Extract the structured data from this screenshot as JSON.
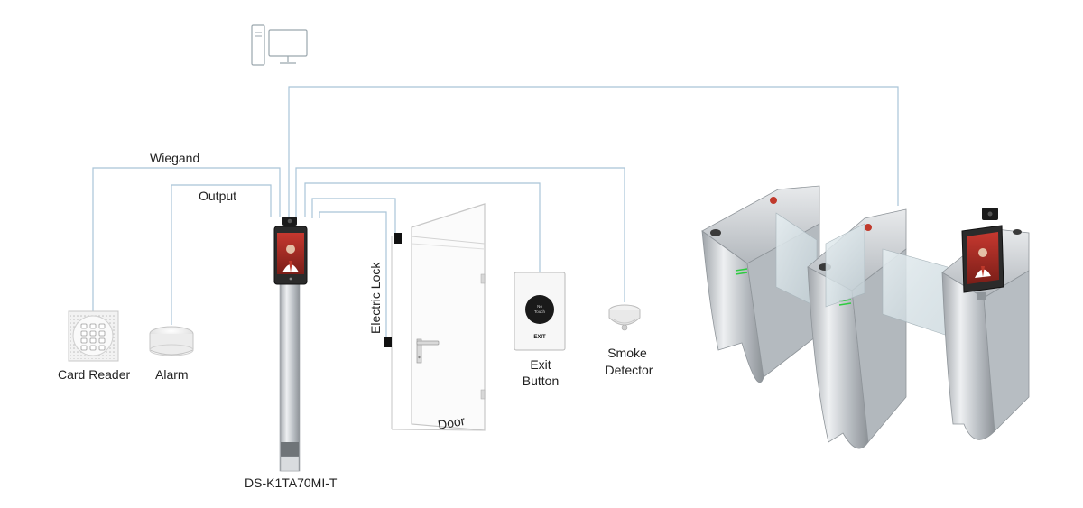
{
  "labels": {
    "wiegand": "Wiegand",
    "output": "Output",
    "card_reader": "Card Reader",
    "alarm": "Alarm",
    "terminal_model": "DS-K1TA70MI-T",
    "electric_lock": "Electric Lock",
    "door": "Door",
    "exit_button_line1": "Exit",
    "exit_button_line2": "Button",
    "exit_plate_text": "EXIT",
    "no_touch_line1": "No",
    "no_touch_line2": "Touch",
    "smoke_line1": "Smoke",
    "smoke_line2": "Detector"
  },
  "colors": {
    "wire": "#a9c4d8",
    "steel": "#c9cdd1",
    "glass": "#d7e3e8",
    "indicator_red": "#c0392b",
    "indicator_green": "#2ecc40"
  },
  "icons": [
    "computer-icon",
    "card-reader-icon",
    "alarm-icon",
    "face-terminal-icon",
    "door-icon",
    "exit-button-icon",
    "smoke-detector-icon",
    "turnstile-icon"
  ]
}
